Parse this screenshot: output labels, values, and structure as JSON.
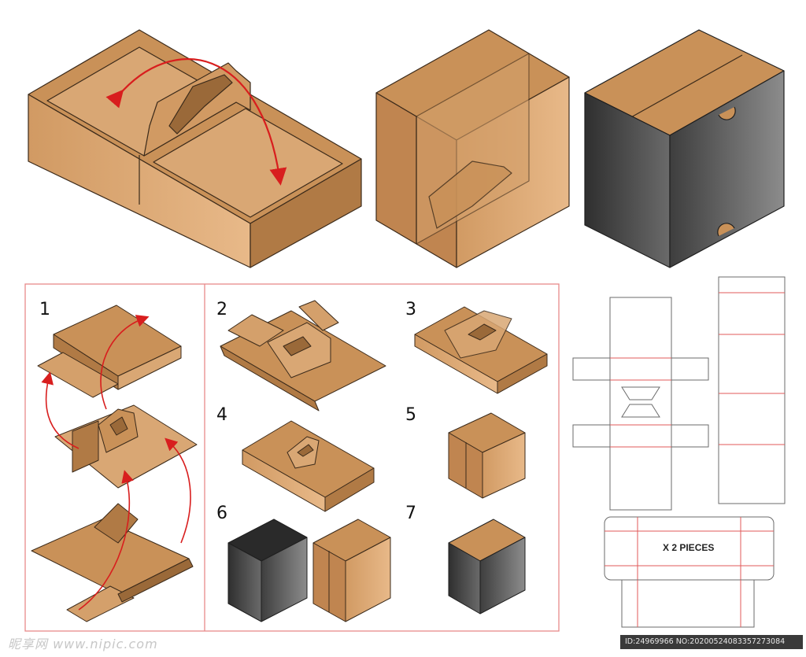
{
  "steps": {
    "s1": "1",
    "s2": "2",
    "s3": "3",
    "s4": "4",
    "s5": "5",
    "s6": "6",
    "s7": "7"
  },
  "dieline": {
    "pieces_label": "X 2 PIECES"
  },
  "watermark": {
    "left": "昵享网 www.nipic.com",
    "right": "ID:24969966 NO:20200524083357273084"
  },
  "colors": {
    "kraft_light": "#dba876",
    "kraft_mid": "#c99158",
    "kraft_dark": "#b07a45",
    "kraft_shadow": "#9a6939",
    "outline": "#3b2a1a",
    "lid_grey_light": "#8a8a8a",
    "lid_grey_dark": "#3e3e3e",
    "arrow_red": "#d81e1e",
    "panel_border": "#e88a8a",
    "dieline_stroke": "#6b6b6b",
    "fold_line": "#e05a5a"
  }
}
